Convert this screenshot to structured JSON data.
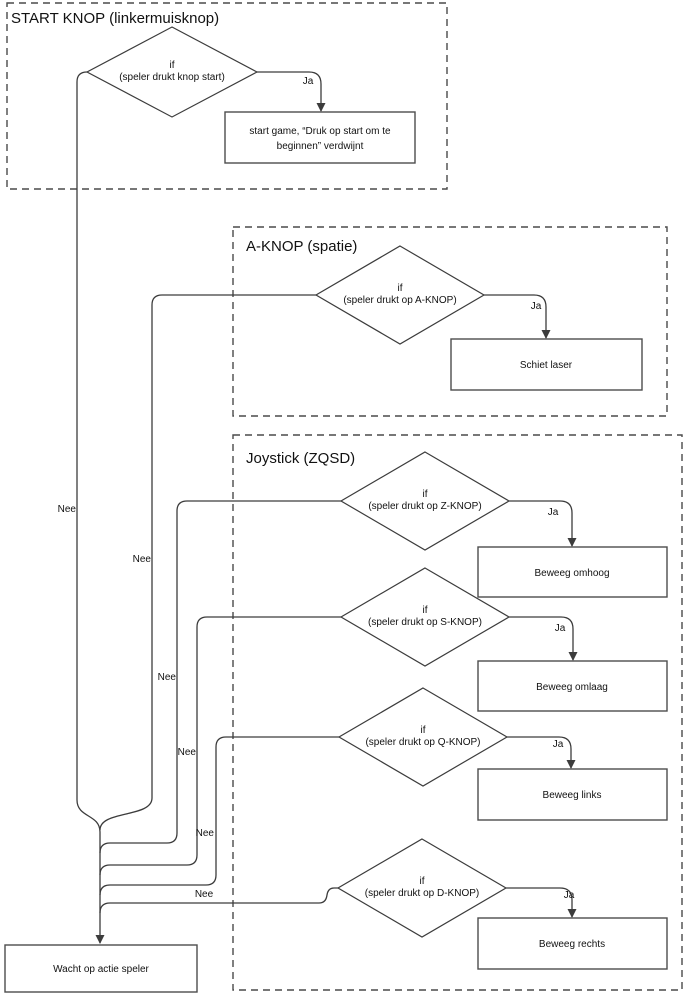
{
  "flowchart": {
    "groups": [
      {
        "title": "START KNOP (linkermuisknop)"
      },
      {
        "title": "A-KNOP (spatie)"
      },
      {
        "title": "Joystick (ZQSD)"
      }
    ],
    "decisions": [
      {
        "keyword": "if",
        "condition": "(speler drukt knop start)"
      },
      {
        "keyword": "if",
        "condition": "(speler drukt op A-KNOP)"
      },
      {
        "keyword": "if",
        "condition": "(speler drukt op Z-KNOP)"
      },
      {
        "keyword": "if",
        "condition": "(speler drukt op S-KNOP)"
      },
      {
        "keyword": "if",
        "condition": "(speler drukt op Q-KNOP)"
      },
      {
        "keyword": "if",
        "condition": "(speler drukt op D-KNOP)"
      }
    ],
    "processes": {
      "start_game_line1": "start game, “Druk op start om te",
      "start_game_line2": "beginnen” verdwijnt",
      "shoot_laser": "Schiet laser",
      "move_up": "Beweeg omhoog",
      "move_down": "Beweeg omlaag",
      "move_left": "Beweeg links",
      "move_right": "Beweeg rechts",
      "wait_for_action": "Wacht op actie speler"
    },
    "edge_labels": {
      "yes": "Ja",
      "no": "Nee"
    },
    "colors": {
      "line": "#3c3c3c",
      "container_border": "#4a4a4a",
      "text": "#111111",
      "background": "#ffffff"
    }
  }
}
